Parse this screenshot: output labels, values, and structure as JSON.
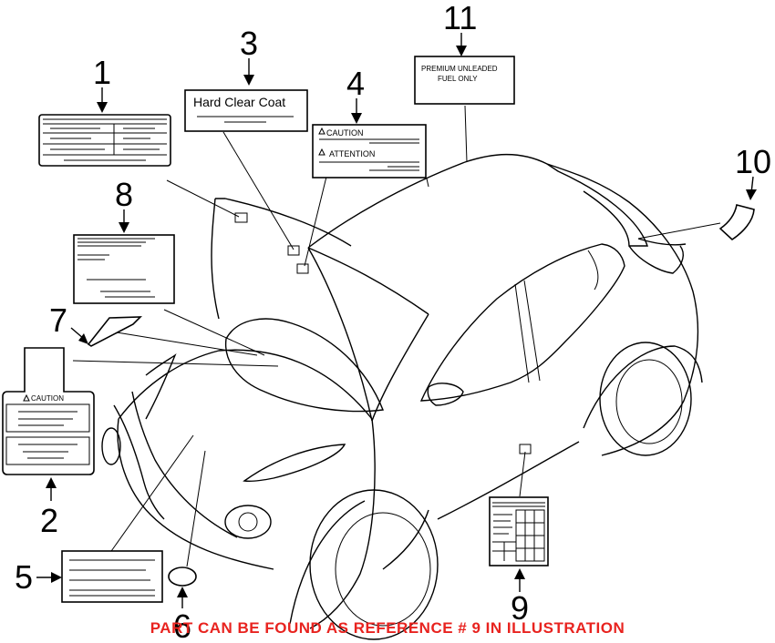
{
  "callouts": {
    "c1": "1",
    "c2": "2",
    "c3": "3",
    "c4": "4",
    "c5": "5",
    "c6": "6",
    "c7": "7",
    "c8": "8",
    "c9": "9",
    "c10": "10",
    "c11": "11"
  },
  "labels": {
    "hard_clear_coat": "Hard Clear Coat",
    "caution_4": "CAUTION",
    "attention_4": "ATTENTION",
    "caution_2": "CAUTION",
    "fuel_line1": "PREMIUM UNLEADED",
    "fuel_line2": "FUEL ONLY"
  },
  "footer_note": "PART CAN BE FOUND AS REFERENCE # 9 IN ILLUSTRATION",
  "colors": {
    "footer": "#e8231f",
    "lines": "#000000"
  }
}
